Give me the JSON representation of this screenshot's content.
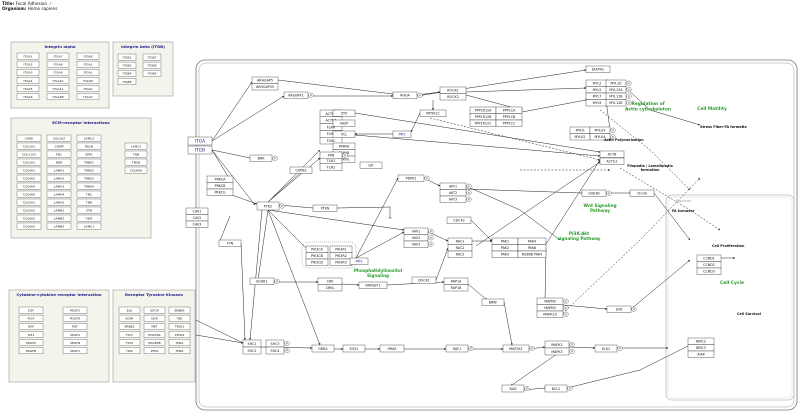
{
  "header": {
    "title_label": "Title:",
    "title_value": "Focal Adhesion",
    "organism_label": "Organism:",
    "organism_value": "Homo sapiens",
    "link_icon": "external-link-icon"
  },
  "colors": {
    "gene_border": "#333333",
    "group_fill": "#f4f4ec",
    "group_border": "#888888",
    "group_title": "#1a1a8c",
    "process_label": "#2a9a2a",
    "metabolite": "#2020c0",
    "line": "#222222",
    "nucleus": "#bbbbbb"
  },
  "groups": {
    "integrin_alpha": {
      "title": "Integrin alpha",
      "genes": [
        "ITGA1",
        "ITGA7",
        "ITGAE",
        "ITGA2",
        "ITGA8",
        "ITGAL",
        "ITGA3",
        "ITGA9",
        "ITGAL",
        "ITGA4",
        "ITGA10",
        "ITGAM",
        "ITGA5",
        "ITGA11",
        "ITGAV",
        "ITGA6",
        "ITGA2B",
        "ITGAX"
      ]
    },
    "integrin_beta": {
      "title": "integrin beta (ITGB)",
      "genes": [
        "ITGB1",
        "ITGB7",
        "ITGB3",
        "ITGB8",
        "ITGB4",
        "ITGB5",
        "ITGB6"
      ]
    },
    "ecm": {
      "title": "ECM-receptor interactions",
      "genes": [
        "CHAD",
        "COL1A2",
        "LAMC2",
        "COL1A1",
        "COMP",
        "RELN",
        "COL11A2",
        "FN1",
        "SPP1",
        "COL2A1",
        "IBSP",
        "THBS1",
        "COL4A1",
        "LAMA1",
        "THBS2",
        "COL4A2",
        "LAMA2",
        "THBS3",
        "COL4A4",
        "LAMA3",
        "THBS4",
        "COL4A6",
        "LAMA4",
        "TNC",
        "COL5A1",
        "LAMA5",
        "TNR",
        "COL5A2",
        "LAMB1",
        "VTN",
        "COL6A2",
        "LAMB2",
        "VWF",
        "COL6A3",
        "LAMB3",
        "LAMC1"
      ],
      "genes_extra": [
        "LAMC3",
        "TNN",
        "TNXB",
        "COL6A6"
      ]
    },
    "cytokine": {
      "title": "Cytokine-cytokine receptor interaction",
      "genes": [
        "EGF",
        "PDGFC",
        "FIGF",
        "PDGFD",
        "HGF",
        "PGF",
        "IGF1",
        "VEGFA",
        "PDGFA",
        "VEGFB",
        "PDGFB",
        "VEGFC"
      ]
    },
    "rtk": {
      "title": "Receptor Tyrosine Kinases",
      "genes": [
        "ELK",
        "IGF1R",
        "ERBB5",
        "EGFR",
        "KDR",
        "TEK",
        "ERBB2",
        "MET",
        "TESK1",
        "FLT1",
        "PDGFRA",
        "STHK1",
        "FLT4",
        "PDGFRB",
        "TNK1",
        "HCK",
        "PTK6",
        "TNK2"
      ]
    }
  },
  "genes": {
    "ITGA": "ITGA",
    "ITGB": "ITGB",
    "ARHGAP5": "ARHGAP5",
    "ARHGAP35": "ARHGAP35",
    "RASGRF1": "RASGRF1",
    "RHOA": "RHOA",
    "ROCK1": "ROCK1",
    "ROCK2": "ROCK2",
    "DIAPH1": "DIAPH1",
    "MYL2": "MYL2",
    "MYL5": "MYL5",
    "MYL7": "MYL7",
    "MYL9": "MYL9",
    "MYL10": "MYL10",
    "MYL12A": "MYL12A",
    "MYL12B": "MYL12B",
    "PPP1R12A": "PPP1R12A",
    "PPP1R12B": "PPP1R12B",
    "PPP1R12C": "PPP1R12C",
    "PPP1CA": "PPP1CA",
    "PPP1CB": "PPP1CB",
    "PPP1CC": "PPP1CC",
    "MYLK": "MYLK",
    "MYLK2": "MYLK2",
    "MYLK3": "MYLK3",
    "MYLK4": "MYLK4",
    "PIP5K1C": "PIP5K1C",
    "PIP2": "PIP2",
    "ACTN1": "ACTN1",
    "ACTN4": "ACTN4",
    "FLNA": "FLNA",
    "FLNB": "FLNB",
    "FLNC": "FLNC",
    "ZYX": "ZYX",
    "VASP": "VASP",
    "VCL": "VCL",
    "PARVA": "PARVA",
    "PARVB": "PARVB",
    "PARVG": "PARVG",
    "TLN1": "TLN1",
    "TLN2": "TLN2",
    "CAPN2": "CAPN2",
    "PXN": "PXN",
    "ILK": "ILK",
    "ACTB": "ACTB",
    "ACTG1": "ACTG1",
    "BRK": "BRK",
    "PRKCA": "PRKCA",
    "PRKCB": "PRKCB",
    "PRKCG": "PRKCG",
    "PTK2": "PTK2",
    "PTEN": "PTEN",
    "CAV1": "CAV1",
    "CAV2": "CAV2",
    "CAV3": "CAV3",
    "FYN": "FYN",
    "PIK3CA": "PIK3CA",
    "PIK3CB": "PIK3CB",
    "PIK3CD": "PIK3CD",
    "PIK3R1": "PIK3R1",
    "PIK3R2": "PIK3R2",
    "PIK3R3": "PIK3R3",
    "PIP3": "PIP3",
    "PDPK1": "PDPK1",
    "AKT1": "AKT1",
    "AKT2": "AKT2",
    "AKT3": "AKT3",
    "GSK3B": "GSK3B",
    "CTNNB1": "Ctnnb",
    "VAV1": "VAV1",
    "VAV2": "VAV2",
    "VAV3": "VAV3",
    "CDC42": "CDC42",
    "RAC1": "RAC1",
    "RAC2": "RAC2",
    "RAC3": "RAC3",
    "PAK1": "PAK1",
    "PAK2": "PAK2",
    "PAK3": "PAK3",
    "PAK4": "PAK4",
    "PAK6": "PAK6",
    "PAK7": "RUBIIB PAK4",
    "DOCK1": "DOCK1",
    "BCAR1": "BCAR1",
    "CRK": "CRK",
    "CRKL": "CRKL",
    "RAPGEF1": "RAPGEF1",
    "RAP1A": "RAP1A",
    "RAP1B": "RAP1B",
    "BRAF": "BRAF",
    "MAPK8": "MAPK8",
    "MAPK9": "MAPK9",
    "MAPK10": "MAPK10",
    "JUN": "JUN",
    "SHC1": "SHC1",
    "SHC2": "SHC2",
    "SHC3": "SHC3",
    "SHC4": "SHC4",
    "GRB2": "GRB2",
    "SOS1": "SOS1",
    "HRAS": "HRAS",
    "RAF1": "RAF1",
    "MAP2K1": "MAP2K1",
    "MAPK1": "MAPK1",
    "MAPK3": "MAPK3",
    "ELK1": "ELK1",
    "BAD": "BAD",
    "BCL2": "BCL2",
    "CCND1": "CCND1",
    "CCND2": "CCND2",
    "CCND3": "CCND3",
    "BIRC2": "BIRC2",
    "BIRC3": "BIRC3",
    "XIAP": "XIAP"
  },
  "labels": {
    "regulation": "Regulation of\nActin cytoskeleton",
    "cell_motility": "Cell Motility",
    "stress_fiber": "Stress Fiber-FA formatio",
    "actin_poly": "Actin Polymerization",
    "filopodia": "Filopodia / Lamellipodia\nformation",
    "fa_turnover": "FA turnover",
    "wnt": "Wnt Signaling\nPathway",
    "pi3k_akt": "PI3K-Akt\nsignaling Pathway",
    "phosphatidyl": "Phosphatidylinositol\nSignaling",
    "nucleus": "Nucleus",
    "cell_prolif": "Cell Proliferation",
    "cell_cycle": "Cell Cycle",
    "cell_survival": "Cell Survival"
  }
}
